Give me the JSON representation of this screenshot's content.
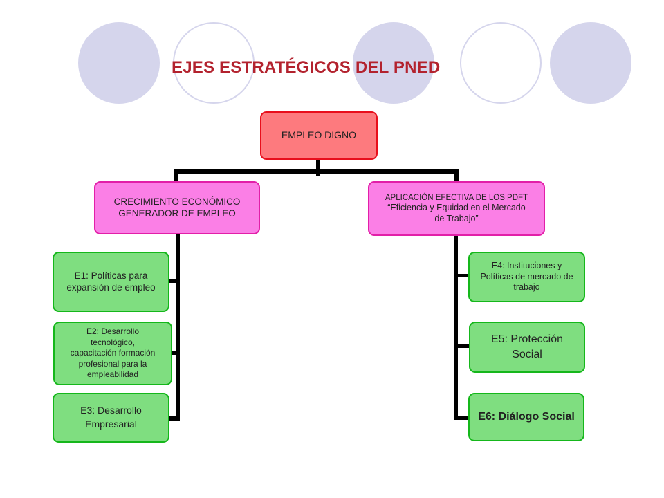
{
  "title": "EJES ESTRATÉGICOS DEL PNED",
  "colors": {
    "title": "#b3222e",
    "root_fill": "#fd7a7e",
    "root_border": "#e80f1c",
    "branch_fill": "#fb7fe6",
    "branch_border": "#e21fa8",
    "leaf_fill": "#7fde80",
    "leaf_border": "#15b71b",
    "circles": "#d5d5ec"
  },
  "root": {
    "label": "EMPLEO DIGNO"
  },
  "branches": [
    {
      "lines": [
        "CRECIMIENTO ECONÓMICO",
        "GENERADOR DE EMPLEO"
      ],
      "leaves": [
        {
          "lines": [
            "E1: Políticas para",
            "expansión de empleo"
          ]
        },
        {
          "lines": [
            "E2: Desarrollo",
            "tecnológico,",
            "capacitación formación",
            "profesional para la",
            "empleabilidad"
          ]
        },
        {
          "lines": [
            "E3: Desarrollo",
            "Empresarial"
          ]
        }
      ]
    },
    {
      "lines": [
        "APLICACIÓN EFECTIVA DE LOS PDFT",
        "“Eficiencia y Equidad en el Mercado",
        "de Trabajo”"
      ],
      "leaves": [
        {
          "lines": [
            "E4: Instituciones y",
            "Políticas de mercado de",
            "trabajo"
          ]
        },
        {
          "lines": [
            "E5: Protección",
            "Social"
          ]
        },
        {
          "lines": [
            "E6: Diálogo Social"
          ]
        }
      ]
    }
  ]
}
